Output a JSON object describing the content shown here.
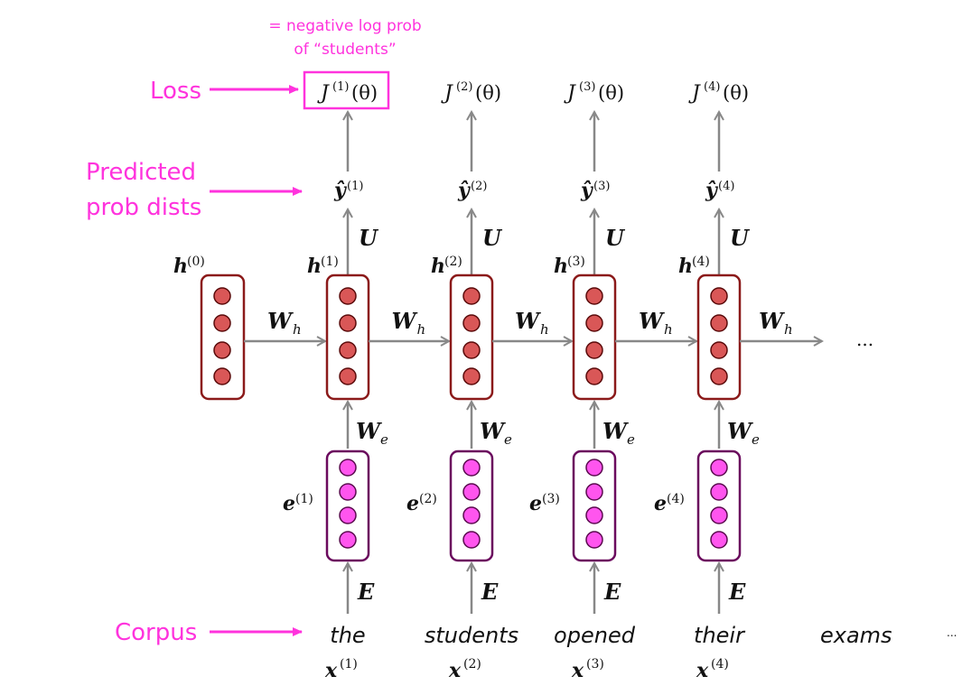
{
  "annotations": {
    "note_line1": "= negative log prob",
    "note_line2": "of “students”",
    "loss_label": "Loss",
    "predicted_line1": "Predicted",
    "predicted_line2": "prob dists",
    "corpus_label": "Corpus"
  },
  "colors": {
    "accent": "#ff33dd",
    "hidden_fill": "#d95757",
    "hidden_border": "#8b1a1a",
    "embed_fill": "#ff55ee",
    "embed_border": "#6b0a5e",
    "arrow": "#888888"
  },
  "initial_hidden": {
    "label": "h",
    "index": "(0)"
  },
  "weights": {
    "recurrent": "W",
    "recurrent_sub": "h",
    "embed": "W",
    "embed_sub": "e",
    "output": "U",
    "embedding_matrix": "E"
  },
  "timesteps": [
    {
      "loss": "J",
      "loss_idx": "(1)",
      "theta": "(θ)",
      "yhat": "ŷ",
      "yhat_idx": "(1)",
      "h_idx": "(1)",
      "e_idx": "(1)",
      "word": "the",
      "x_idx": "(1)"
    },
    {
      "loss": "J",
      "loss_idx": "(2)",
      "theta": "(θ)",
      "yhat": "ŷ",
      "yhat_idx": "(2)",
      "h_idx": "(2)",
      "e_idx": "(2)",
      "word": "students",
      "x_idx": "(2)"
    },
    {
      "loss": "J",
      "loss_idx": "(3)",
      "theta": "(θ)",
      "yhat": "ŷ",
      "yhat_idx": "(3)",
      "h_idx": "(3)",
      "e_idx": "(3)",
      "word": "opened",
      "x_idx": "(3)"
    },
    {
      "loss": "J",
      "loss_idx": "(4)",
      "theta": "(θ)",
      "yhat": "ŷ",
      "yhat_idx": "(4)",
      "h_idx": "(4)",
      "e_idx": "(4)",
      "word": "their",
      "x_idx": "(4)"
    }
  ],
  "extra_word": "exams",
  "ellipsis": "...",
  "ellipsis_small": "..."
}
